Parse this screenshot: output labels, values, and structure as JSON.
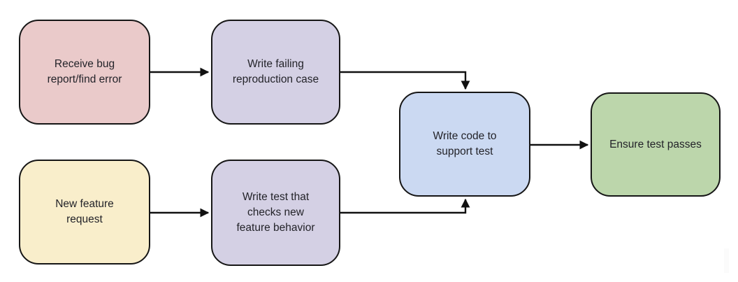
{
  "page": {
    "background": "#ffffff"
  },
  "diagram": {
    "type": "flowchart",
    "stroke_color": "#111111",
    "border_color": "#161616",
    "text_color": "#232329",
    "nodes": [
      {
        "id": "receive-bug",
        "label": "Receive bug\nreport/find error",
        "fill": "#eacaca"
      },
      {
        "id": "write-failing-repro",
        "label": "Write failing\nreproduction case",
        "fill": "#d4d0e4"
      },
      {
        "id": "new-feature-request",
        "label": "New feature\nrequest",
        "fill": "#f9eecb"
      },
      {
        "id": "write-test-checks",
        "label": "Write test that\nchecks new\nfeature behavior",
        "fill": "#d4d0e4"
      },
      {
        "id": "write-code",
        "label": "Write code to\nsupport test",
        "fill": "#cbd9f2"
      },
      {
        "id": "ensure-test-passes",
        "label": "Ensure test passes",
        "fill": "#bcd6ab"
      }
    ],
    "edges": [
      {
        "from": "receive-bug",
        "to": "write-failing-repro"
      },
      {
        "from": "write-failing-repro",
        "to": "write-code"
      },
      {
        "from": "new-feature-request",
        "to": "write-test-checks"
      },
      {
        "from": "write-test-checks",
        "to": "write-code"
      },
      {
        "from": "write-code",
        "to": "ensure-test-passes"
      }
    ]
  }
}
